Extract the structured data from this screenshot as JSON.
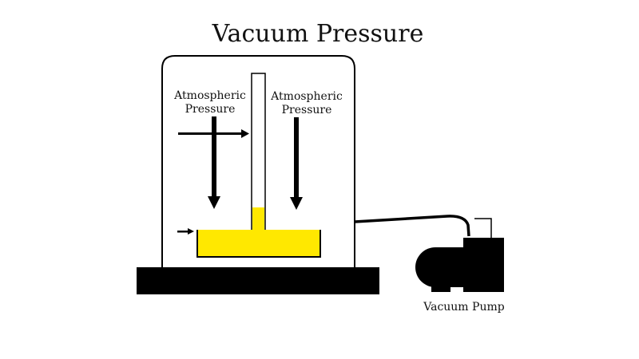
{
  "title": "Vacuum Pressure",
  "labels": {
    "left_pressure_line1": "Atmospheric",
    "left_pressure_line2": "Pressure",
    "right_pressure_line1": "Atmospheric",
    "right_pressure_line2": "Pressure",
    "pump": "Vacuum Pump"
  },
  "colors": {
    "liquid": "#ffe800",
    "outline": "#000000",
    "background": "#ffffff"
  },
  "components": [
    "bell-jar",
    "base-plate",
    "glass-tube",
    "liquid-dish",
    "vacuum-hose",
    "vacuum-pump"
  ],
  "arrows": [
    {
      "name": "left-down-arrow",
      "meaning": "atmospheric pressure pushing down"
    },
    {
      "name": "right-down-arrow",
      "meaning": "atmospheric pressure pushing down"
    },
    {
      "name": "horizontal-arrow-to-tube",
      "meaning": "pointer to tube"
    },
    {
      "name": "liquid-level-arrow",
      "meaning": "pointer to liquid surface"
    }
  ]
}
